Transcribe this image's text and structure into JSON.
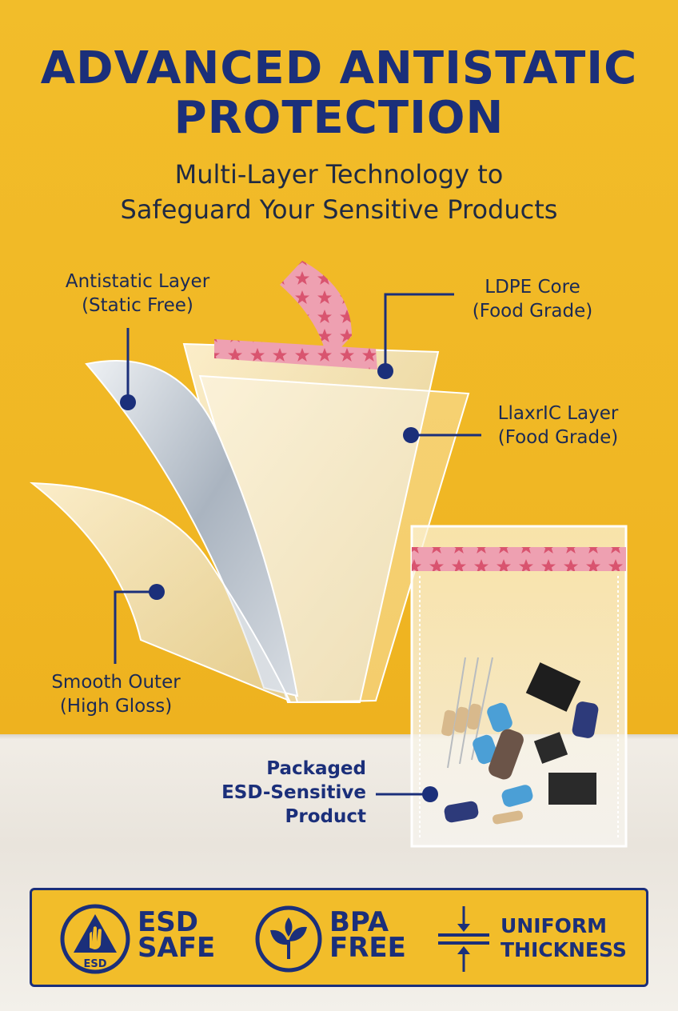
{
  "header": {
    "title_line1": "ADVANCED ANTISTATIC",
    "title_line2": "PROTECTION",
    "subtitle_line1": "Multi-Layer Technology to",
    "subtitle_line2": "Safeguard Your Sensitive Products"
  },
  "callouts": {
    "antistatic": {
      "line1": "Antistatic Layer",
      "line2": "(Static Free)"
    },
    "ldpe": {
      "line1": "LDPE Core",
      "line2": "(Food Grade)"
    },
    "llaxric": {
      "line1": "LlaxrIC Layer",
      "line2": "(Food Grade)"
    },
    "smooth": {
      "line1": "Smooth Outer",
      "line2": "(High Gloss)"
    },
    "packaged": {
      "line1": "Packaged",
      "line2": "ESD-Sensitive",
      "line3": "Product"
    }
  },
  "badges": {
    "esd": {
      "line1": "ESD",
      "line2": "SAFE",
      "icon_label": "ESD",
      "icon": "esd-hand-icon"
    },
    "bpa": {
      "line1": "BPA",
      "line2": "FREE",
      "icon": "leaf-icon"
    },
    "uniform": {
      "line1": "UNIFORM",
      "line2": "THICKNESS",
      "icon": "thickness-arrows-icon"
    }
  },
  "colors": {
    "background": "#f2bd2a",
    "navy": "#1b2f7a",
    "tape_pink": "#e98ba0"
  }
}
